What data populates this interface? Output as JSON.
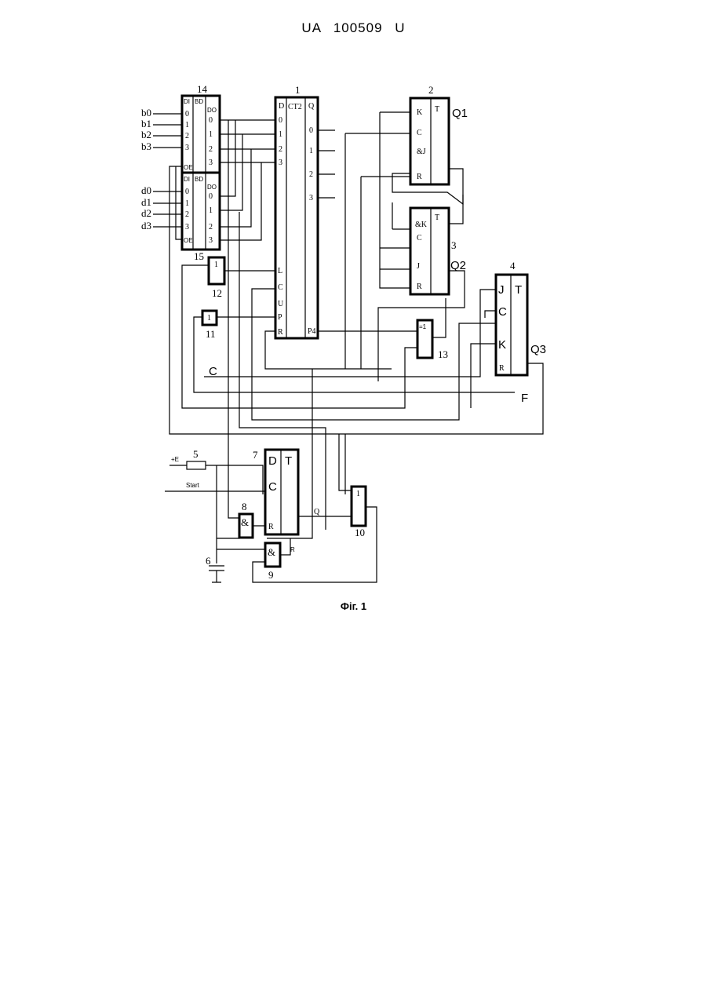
{
  "header": {
    "doc_id": "UA   100509   U"
  },
  "caption": "Фіг. 1",
  "blocks": {
    "b14": {
      "num": "14",
      "di": "DI",
      "bd": "BD",
      "do": "DO",
      "oe": "OE",
      "pins": [
        "0",
        "1",
        "2",
        "3"
      ]
    },
    "b15": {
      "num": "15",
      "di": "DI",
      "bd": "BD",
      "do": "DO",
      "oe": "OE",
      "pins": [
        "0",
        "1",
        "2",
        "3"
      ]
    },
    "b1": {
      "num": "1",
      "ct": "CT2",
      "d": "D",
      "q": "Q",
      "in_pins": [
        "0",
        "1",
        "2",
        "3"
      ],
      "out_pins": [
        "0",
        "1",
        "2",
        "3"
      ],
      "l": "L",
      "c": "C",
      "u": "U",
      "p": "P",
      "r": "R",
      "p4": "P4"
    },
    "b2": {
      "num": "2",
      "k": "K",
      "c": "C",
      "j": "&J",
      "r": "R",
      "t": "T"
    },
    "b3": {
      "num": "3",
      "k": "&K",
      "c": "C",
      "j": "J",
      "r": "R",
      "t": "T"
    },
    "b4": {
      "num": "4",
      "j": "J",
      "c": "C",
      "k": "K",
      "r": "R",
      "t": "T"
    },
    "b7": {
      "num": "7",
      "d": "D",
      "t": "T",
      "c": "C",
      "r": "R"
    },
    "b8": {
      "num": "8",
      "sym": "&"
    },
    "b9": {
      "num": "9",
      "sym": "&"
    },
    "b10": {
      "num": "10",
      "sym": "1"
    },
    "b11": {
      "num": "11",
      "sym": "1"
    },
    "b12": {
      "num": "12",
      "sym": "1"
    },
    "b13": {
      "num": "13",
      "sym": "=1"
    },
    "b5": {
      "num": "5"
    },
    "b6": {
      "num": "6"
    }
  },
  "signals": {
    "b_inputs": [
      "b0",
      "b1",
      "b2",
      "b3"
    ],
    "d_inputs": [
      "d0",
      "d1",
      "d2",
      "d3"
    ],
    "q1": "Q1",
    "q2": "Q2",
    "q3": "Q3",
    "c": "C",
    "f": "F",
    "e": "+E",
    "start": "Start",
    "q": "Q",
    "rbar": "R"
  }
}
